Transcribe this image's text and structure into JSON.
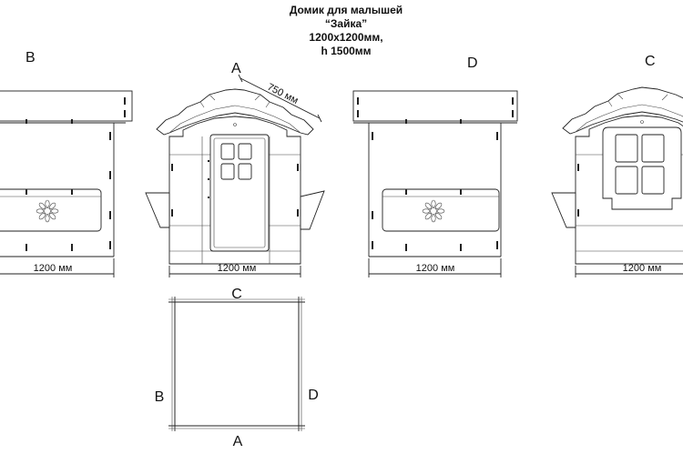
{
  "title": {
    "line1": "Домик для малышей",
    "line2": "“Зайка”",
    "line3": "1200х1200мм,",
    "line4": "h 1500мм"
  },
  "views": [
    {
      "id": "view-b",
      "label": "B",
      "dimension": "1200 мм"
    },
    {
      "id": "view-a",
      "label": "A",
      "dimension": "1200 мм",
      "roof_dimension": "750 мм"
    },
    {
      "id": "view-d",
      "label": "D",
      "dimension": "1200 мм"
    },
    {
      "id": "view-c",
      "label": "C",
      "dimension": "1200 мм"
    }
  ],
  "plan": {
    "top": "C",
    "left": "B",
    "right": "D",
    "bottom": "A"
  }
}
